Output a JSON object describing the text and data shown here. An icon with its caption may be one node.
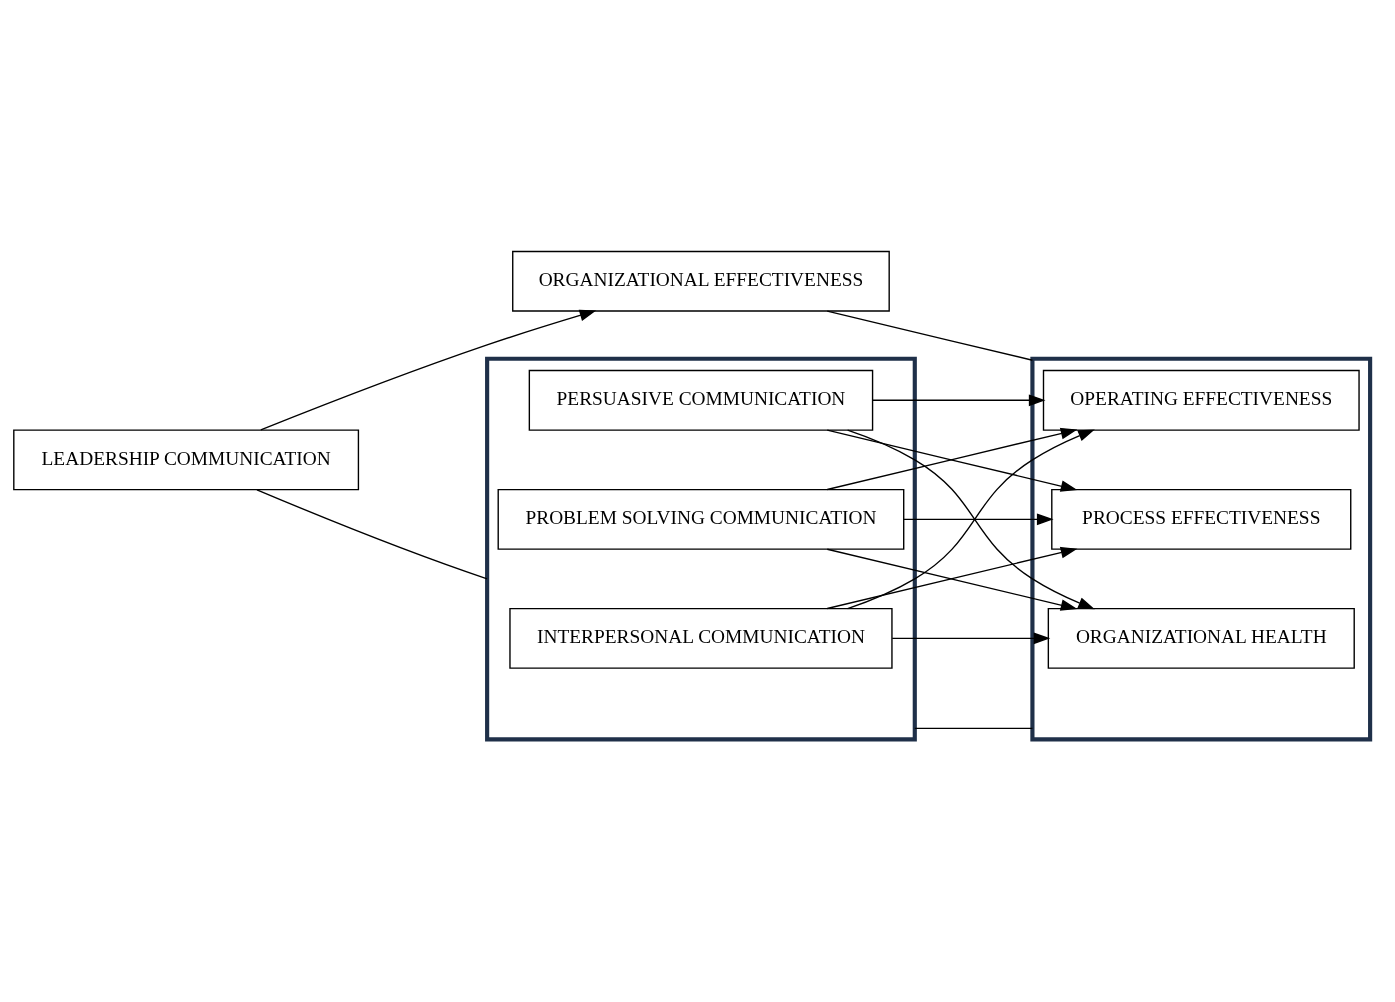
{
  "diagram": {
    "nodes": [
      {
        "text": [
          "LEADERSHIP COMMUNICATION"
        ]
      },
      {
        "text": [
          "ORGANIZATIONAL EFFECTIVENESS"
        ]
      },
      {
        "text": [],
        "shape": "box"
      },
      {
        "text": [
          "INTERPERSONAL COMMUNICATION"
        ],
        "in": 2
      },
      {
        "text": [
          "PERSUASIVE COMMUNICATION"
        ],
        "in": 2
      },
      {
        "text": [
          "PROBLEM SOLVING COMMUNICATION"
        ],
        "in": 2
      },
      {
        "text": [],
        "shape": "box"
      },
      {
        "text": [
          "OPERATING EFFECTIVENESS"
        ],
        "in": 6
      },
      {
        "text": [
          "PROCESS EFFECTIVENESS"
        ],
        "in": 6
      },
      {
        "text": [
          "ORGANIZATIONAL HEALTH"
        ],
        "in": 6
      }
    ],
    "edges": [
      {
        "from": 0,
        "to": 1,
        "arrow": "to"
      },
      {
        "from": 0,
        "to": 2,
        "arrow": "none"
      },
      {
        "from": 1,
        "to": 6,
        "arrow": "none"
      },
      {
        "from": 2,
        "to": 6,
        "arrow": "none"
      },
      {
        "from": 3,
        "to": 7,
        "arrow": "to"
      },
      {
        "from": 3,
        "to": 8,
        "arrow": "to"
      },
      {
        "from": 3,
        "to": 9,
        "arrow": "to"
      },
      {
        "from": 4,
        "to": 7,
        "arrow": "to"
      },
      {
        "from": 4,
        "to": 8,
        "arrow": "to"
      },
      {
        "from": 4,
        "to": 9,
        "arrow": "to"
      },
      {
        "from": 5,
        "to": 7,
        "arrow": "to"
      },
      {
        "from": 5,
        "to": 8,
        "arrow": "to"
      },
      {
        "from": 5,
        "to": 9,
        "arrow": "to"
      }
    ]
  }
}
